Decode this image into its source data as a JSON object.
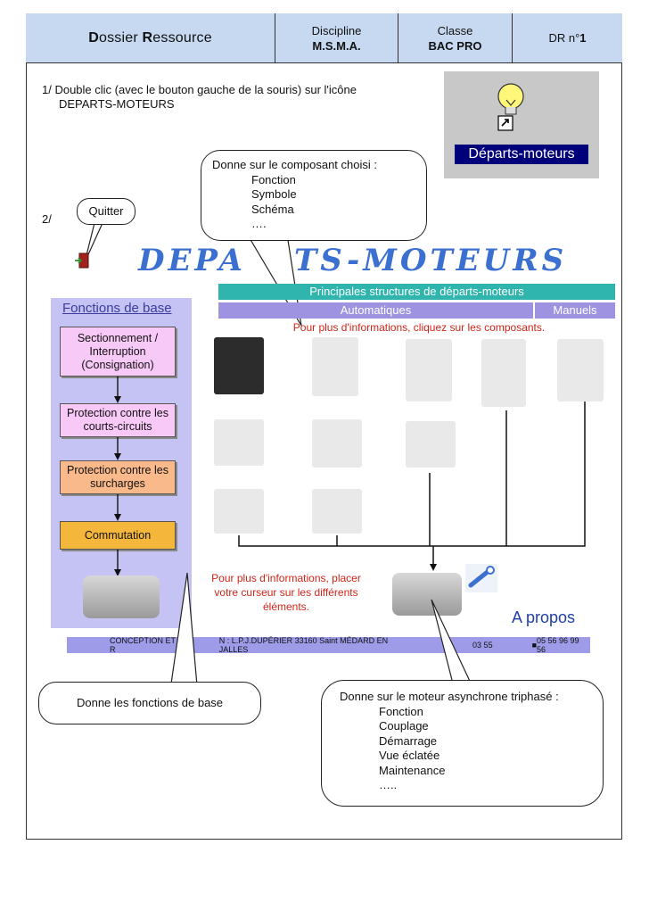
{
  "header": {
    "title_prefix_d": "D",
    "title_rest_1": "ossier ",
    "title_prefix_r": "R",
    "title_rest_2": "essource",
    "discipline_label": "Discipline",
    "discipline_value": "M.S.M.A.",
    "classe_label": "Classe",
    "classe_value": "BAC PRO",
    "dr_label": "DR n° ",
    "dr_value": "1"
  },
  "step1": {
    "line1": "1/ Double clic (avec le bouton gauche de la souris) sur l'icône",
    "line2": "DEPARTS-MOTEURS",
    "icon_label": "Départs-moteurs"
  },
  "step2": {
    "number": "2/",
    "quit_label": "Quitter"
  },
  "bubble_component": {
    "intro": "Donne sur le composant choisi :",
    "items": [
      "Fonction",
      "Symbole",
      "Schéma",
      "…."
    ]
  },
  "app": {
    "banner": "DEPARTS-MOTEURS",
    "structures_bar": "Principales structures de départs-moteurs",
    "automatiques": "Automatiques",
    "manuels": "Manuels",
    "components_note": "Pour plus d'informations, cliquez sur les composants.",
    "functions_title": "Fonctions de base",
    "functions": [
      {
        "label": "Sectionnement / Interruption (Consignation)",
        "color": "#f7c9f6"
      },
      {
        "label": "Protection contre les courts-circuits",
        "color": "#f8c8f6"
      },
      {
        "label": "Protection contre les surcharges",
        "color": "#f9b98a"
      },
      {
        "label": "Commutation",
        "color": "#f5b63c"
      }
    ],
    "cursor_note": "Pour plus d'informations, placer votre curseur sur les différents éléments.",
    "apropos": "A propos",
    "footer_text_left": "CONCEPTION ET R",
    "footer_text_mid": "N : L.P.J.DUPÉRIER 33160 Saint MÉDARD EN JALLES",
    "footer_tel_end": "03 55",
    "footer_fax": "05 56 96 99 56"
  },
  "bubble_functions": {
    "text": "Donne les fonctions de base"
  },
  "bubble_motor": {
    "intro": "Donne sur le moteur asynchrone triphasé :",
    "items": [
      "Fonction",
      "Couplage",
      "Démarrage",
      "Vue éclatée",
      "Maintenance",
      "….."
    ]
  }
}
